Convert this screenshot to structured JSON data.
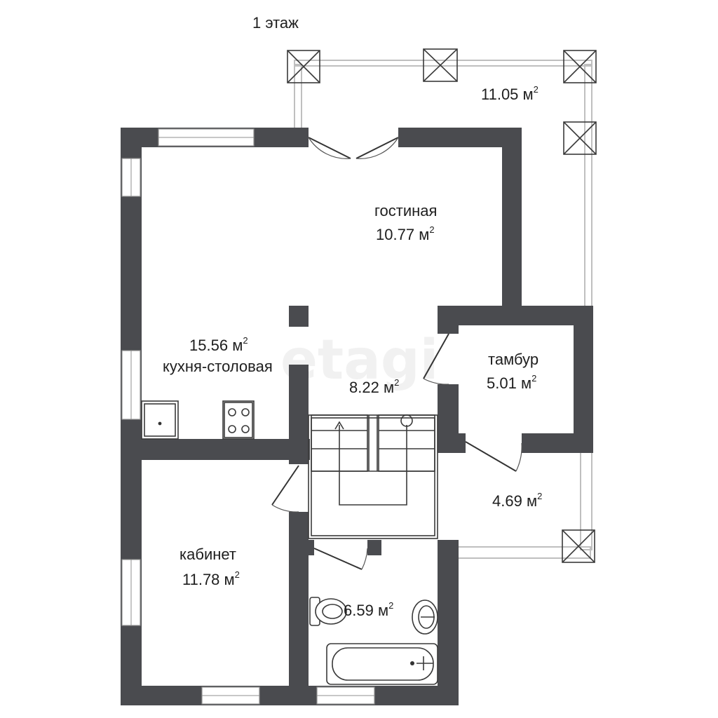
{
  "plan": {
    "floor_label": "1 этаж",
    "watermark": "etagi",
    "area_unit": "м",
    "area_exp": "2",
    "rooms": [
      {
        "id": "terrace",
        "name": "",
        "area": "11.05"
      },
      {
        "id": "living",
        "name": "гостиная",
        "area": "10.77"
      },
      {
        "id": "kitchen",
        "name": "кухня-столовая",
        "area": "15.56"
      },
      {
        "id": "hall",
        "name": "",
        "area": "8.22"
      },
      {
        "id": "vestibule",
        "name": "тамбур",
        "area": "5.01"
      },
      {
        "id": "porch",
        "name": "",
        "area": "4.69"
      },
      {
        "id": "study",
        "name": "кабинет",
        "area": "11.78"
      },
      {
        "id": "bathroom",
        "name": "",
        "area": "6.59"
      }
    ]
  }
}
